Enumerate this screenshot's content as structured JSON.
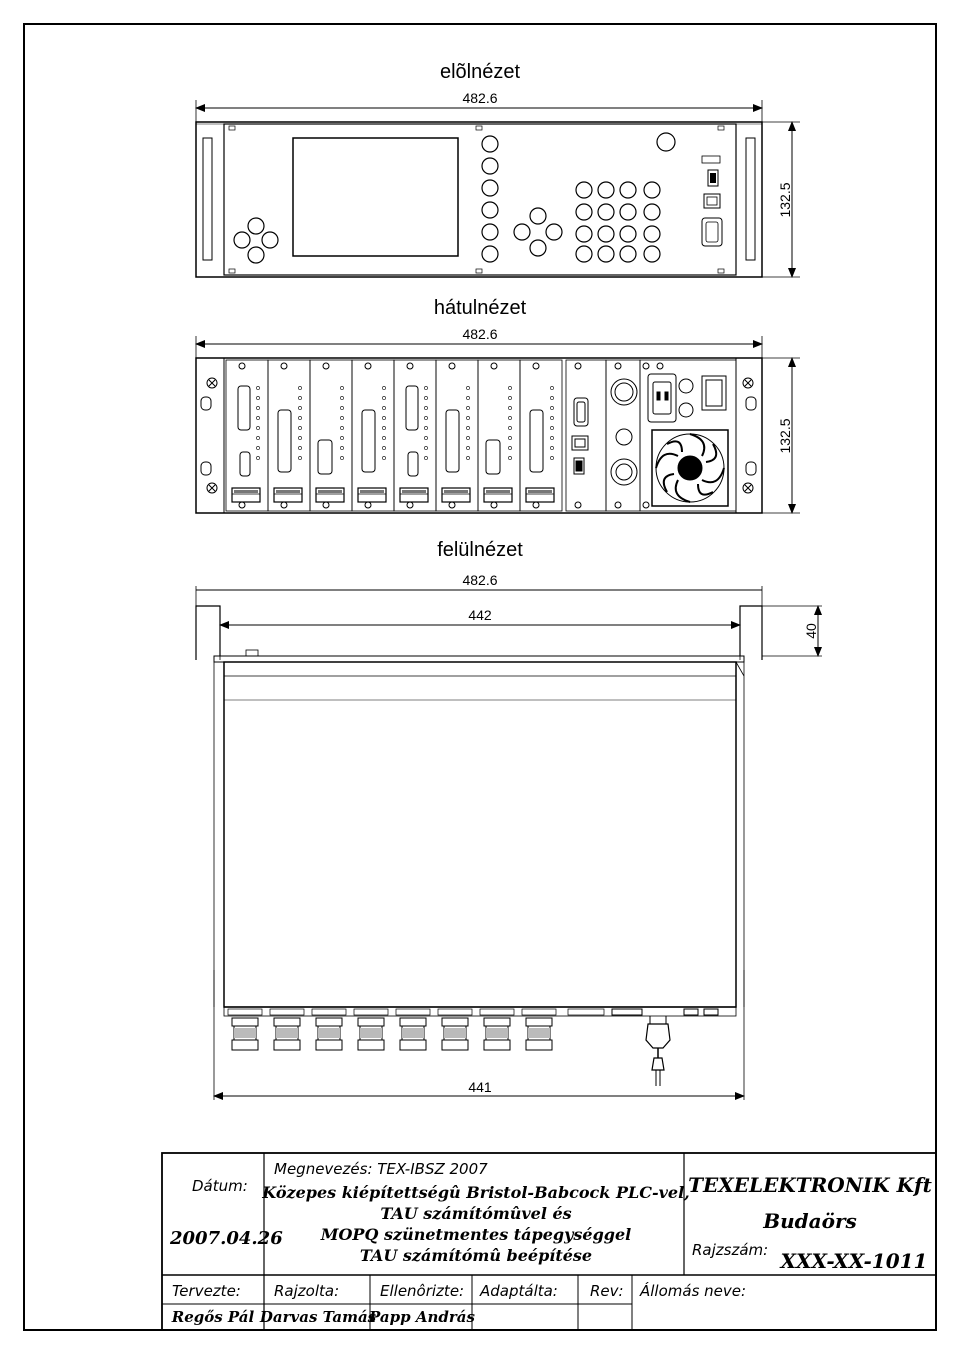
{
  "views": {
    "front": {
      "title": "elõlnézet",
      "width_dim": "482.6",
      "height_dim": "132.5"
    },
    "rear": {
      "title": "hátulnézet",
      "width_dim": "482.6",
      "height_dim": "132.5"
    },
    "top": {
      "title": "felülnézet",
      "outer_width_dim": "482.6",
      "inner_width_dim": "442",
      "depth_dim": "40",
      "bottom_width_dim": "441"
    }
  },
  "title_block": {
    "date_label": "Dátum:",
    "date_value": "2007.04.26",
    "name_label": "Megnevezés: TEX-IBSZ 2007",
    "description_lines": [
      "Közepes kiépítettségû Bristol-Babcock PLC-vel,",
      "TAU számítómûvel és",
      "MOPQ szünetmentes tápegységgel",
      "TAU számítómû beépítése"
    ],
    "company_name": "TEXELEKTRONIK Kft",
    "company_city": "Budaörs",
    "drawing_no_label": "Rajzszám:",
    "drawing_no_value": "XXX-XX-1011",
    "designed_label": "Tervezte:",
    "designed_value": "Regős Pál",
    "drawn_label": "Rajzolta:",
    "drawn_value": "Darvas Tamás",
    "checked_label": "Ellenôrizte:",
    "checked_value": "Papp András",
    "adapted_label": "Adaptálta:",
    "rev_label": "Rev:",
    "station_label": "Állomás neve:"
  }
}
